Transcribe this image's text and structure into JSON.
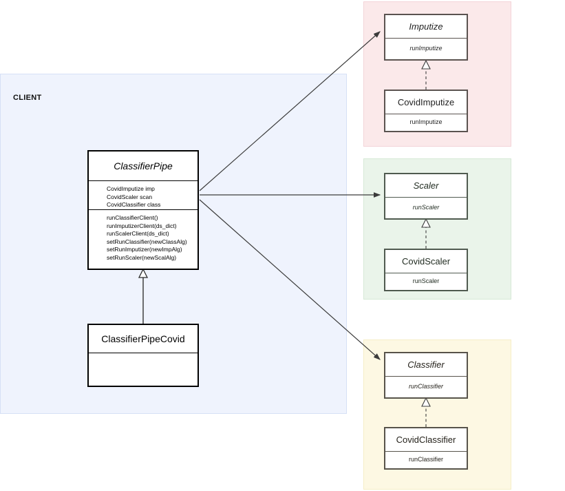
{
  "diagram": {
    "title": "Classifier Pipeline UML Class Diagram",
    "type": "uml-class-diagram"
  },
  "groups": {
    "client": {
      "label": "CLIENT",
      "fill": "#eff3fd",
      "stroke": "#d6e0f5"
    },
    "imputize": {
      "label": "",
      "fill": "#fbe9ea",
      "stroke": "#f3d4d8"
    },
    "scaler": {
      "label": "",
      "fill": "#eaf4ea",
      "stroke": "#d6e9d6"
    },
    "classifier": {
      "label": "",
      "fill": "#fdf8e3",
      "stroke": "#f6eec6"
    }
  },
  "classes": {
    "classifier_pipe": {
      "name": "ClassifierPipe",
      "stereotype": "abstract",
      "attributes": [
        "CovidImputize imp",
        "CovidScaler scan",
        "CovidClassifier class"
      ],
      "methods": [
        "runClassifierClient()",
        "runImputizerClient(ds_dict)",
        "runScalerClient(ds_dict)",
        "setRunClassifier(newClassAlg)",
        "setRunImputizer(newImpAlg)",
        "setRunScaler(newScalAlg)"
      ]
    },
    "classifier_pipe_covid": {
      "name": "ClassifierPipeCovid",
      "stereotype": "concrete",
      "attributes": [],
      "methods": []
    },
    "imputize": {
      "name": "Imputize",
      "stereotype": "interface",
      "methods": [
        "runImputize"
      ]
    },
    "covid_imputize": {
      "name": "CovidImputize",
      "stereotype": "concrete",
      "methods": [
        "runImputize"
      ]
    },
    "scaler": {
      "name": "Scaler",
      "stereotype": "interface",
      "methods": [
        "runScaler"
      ]
    },
    "covid_scaler": {
      "name": "CovidScaler",
      "stereotype": "concrete",
      "methods": [
        "runScaler"
      ]
    },
    "classifier": {
      "name": "Classifier",
      "stereotype": "interface",
      "methods": [
        "runClassifier"
      ]
    },
    "covid_classifier": {
      "name": "CovidClassifier",
      "stereotype": "concrete",
      "methods": [
        "runClassifier"
      ]
    }
  },
  "relationships": [
    {
      "id": "rel-pipe-imputize",
      "from": "classifier_pipe",
      "to": "imputize",
      "kind": "association",
      "line": "solid"
    },
    {
      "id": "rel-pipe-scaler",
      "from": "classifier_pipe",
      "to": "scaler",
      "kind": "association",
      "line": "solid"
    },
    {
      "id": "rel-pipe-classifier",
      "from": "classifier_pipe",
      "to": "classifier",
      "kind": "association",
      "line": "solid"
    },
    {
      "id": "rel-pipecovid-pipe",
      "from": "classifier_pipe_covid",
      "to": "classifier_pipe",
      "kind": "generalization",
      "line": "solid"
    },
    {
      "id": "rel-covidimp-imp",
      "from": "covid_imputize",
      "to": "imputize",
      "kind": "realization",
      "line": "dashed"
    },
    {
      "id": "rel-covidsc-sc",
      "from": "covid_scaler",
      "to": "scaler",
      "kind": "realization",
      "line": "dashed"
    },
    {
      "id": "rel-covidcl-cl",
      "from": "covid_classifier",
      "to": "classifier",
      "kind": "realization",
      "line": "dashed"
    }
  ],
  "colors": {
    "page_background": "#ffffff",
    "main_box_stroke": "#000000",
    "iface_box_stroke": "#5a524f",
    "connector_stroke": "#3b3b3b"
  }
}
